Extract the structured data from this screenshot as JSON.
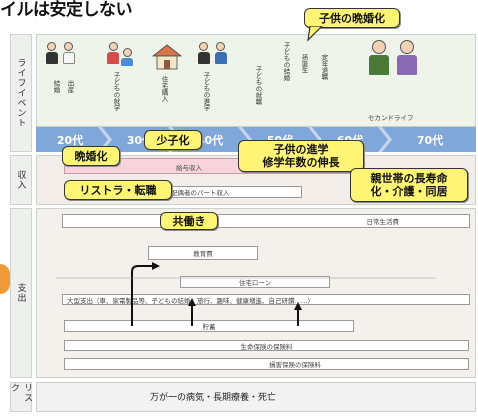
{
  "title": "イルは安定しない",
  "row_labels": {
    "life": "ライフイベント",
    "income": "収入",
    "spend": "支出",
    "risk": "リスク"
  },
  "ages": [
    "20代",
    "30代",
    "40代",
    "50代",
    "60代",
    "70代"
  ],
  "life_events": [
    "結婚",
    "出産",
    "子どもの就学",
    "住宅購入",
    "子どもの進学",
    "子どもの就職",
    "子どもの結婚",
    "孫誕生",
    "定年退職"
  ],
  "retire_label": "セカンドライフ",
  "income_bars": {
    "salary": "給与収入",
    "spouse": "配偶者のパート収入"
  },
  "spend_bars": {
    "daily": "日常生活費",
    "education": "教育費",
    "mortgage": "住宅ローン",
    "big": "大型支出（車、家電製品等、子どもの結婚、旅行、趣味、健康増進、自己研鑽……）",
    "savings": "貯蓄",
    "life_insurance": "生命保険の保険料",
    "nonlife_insurance": "損害保険の保険料"
  },
  "risk_text": "万が一の病気・長期療養・死亡",
  "callouts": {
    "late_child_marriage": "子供の晩婚化",
    "late_marriage": "晩婚化",
    "fewer_children": "少子化",
    "education_longer_1": "子供の進学",
    "education_longer_2": "修学年数の伸長",
    "parents_longevity_1": "親世帯の長寿命",
    "parents_longevity_2": "化・介護・同居",
    "restructuring": "リストラ・転職",
    "dual_income": "共働き"
  },
  "colors": {
    "age_band": "#7fa7d9",
    "callout": "#fff574",
    "orange_marker": "#f39a3a",
    "green_panel": "#eef4ea"
  }
}
